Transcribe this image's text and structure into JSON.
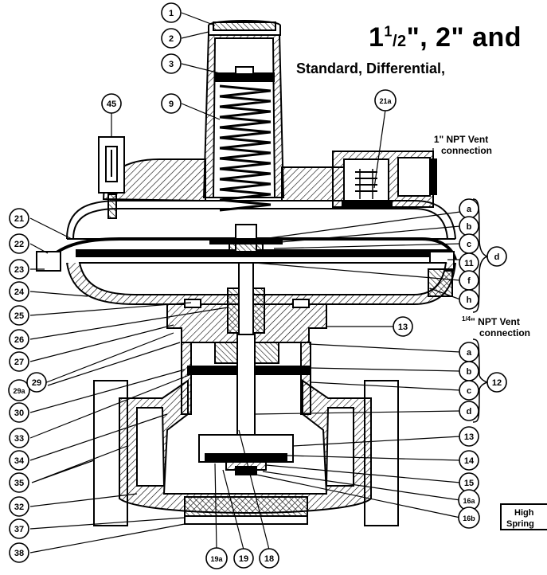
{
  "title_main": "1",
  "title_frac": "1/2",
  "title_tail": "\", 2\" and",
  "subtitle": "Standard, Differential,",
  "notes": {
    "vent_top": "1\" NPT Vent",
    "vent_top_2": "connection",
    "vent_mid_sup": "1/4",
    "vent_mid": "\" NPT Vent",
    "vent_mid_2": "connection"
  },
  "spring_box": {
    "line1": "High",
    "line2": "Spring"
  },
  "callouts_left": [
    "1",
    "2",
    "3",
    "9",
    "45",
    "21",
    "22",
    "23",
    "24",
    "25",
    "26",
    "27",
    "29a",
    "29",
    "30",
    "33",
    "34",
    "35",
    "32",
    "37",
    "38"
  ],
  "callouts_bottom": [
    "19a",
    "19",
    "18"
  ],
  "callouts_right": [
    "21a",
    "a",
    "b",
    "c",
    "d",
    "11",
    "f",
    "h",
    "13",
    "a",
    "b",
    "12",
    "c",
    "d",
    "13",
    "14",
    "15",
    "16a",
    "16b"
  ],
  "colors": {
    "ink": "#000000",
    "hatch": "#000000",
    "background": "#ffffff"
  }
}
